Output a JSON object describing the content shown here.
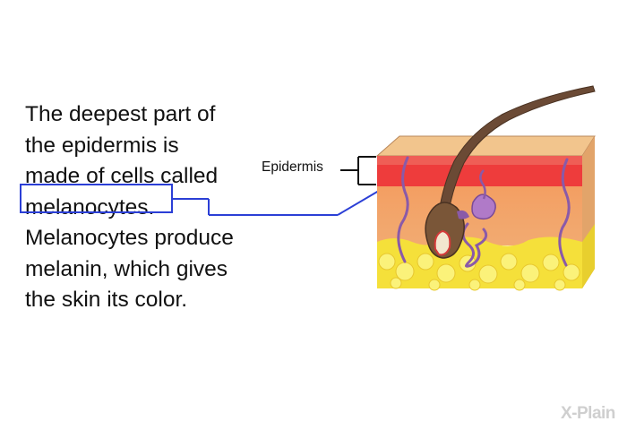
{
  "text": {
    "lines": [
      "The deepest part of",
      "the epidermis is",
      "made of cells called",
      "melanocytes.",
      "Melanocytes produce",
      "melanin, which gives",
      "the skin its color."
    ]
  },
  "diagram": {
    "label": "Epidermis",
    "icon": "skin-cross-section-icon"
  },
  "colors": {
    "highlight": "#2b3fd6",
    "epidermis_top": "#f2c58d",
    "epidermis_red": "#ee3c3c",
    "dermis": "#f2a46a",
    "fat": "#f5e03a",
    "hair": "#6b4a35",
    "vessel": "#8a5aa8"
  },
  "logo": {
    "text": "X-Plain"
  }
}
